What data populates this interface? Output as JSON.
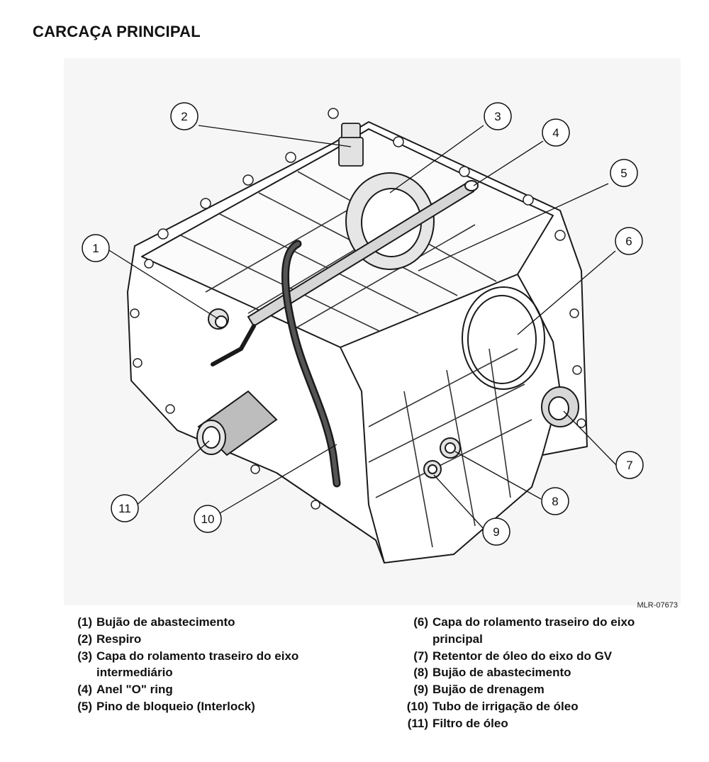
{
  "page": {
    "title": "CARCAÇA PRINCIPAL",
    "figure_ref": "MLR-07673"
  },
  "callout_numbers": [
    "1",
    "2",
    "3",
    "4",
    "5",
    "6",
    "7",
    "8",
    "9",
    "10",
    "11"
  ],
  "legend": {
    "left": [
      {
        "num": "(1)",
        "text": "Bujão de abastecimento"
      },
      {
        "num": "(2)",
        "text": "Respiro"
      },
      {
        "num": "(3)",
        "text": "Capa do rolamento traseiro do eixo intermediário"
      },
      {
        "num": "(4)",
        "text": "Anel \"O\" ring"
      },
      {
        "num": "(5)",
        "text": "Pino de bloqueio (Interlock)"
      }
    ],
    "right": [
      {
        "num": "(6)",
        "text": "Capa do rolamento traseiro do eixo principal"
      },
      {
        "num": "(7)",
        "text": "Retentor de óleo do eixo do GV"
      },
      {
        "num": "(8)",
        "text": "Bujão de abastecimento"
      },
      {
        "num": "(9)",
        "text": "Bujão de drenagem"
      },
      {
        "num": "(10)",
        "text": "Tubo de irrigação de óleo"
      },
      {
        "num": "(11)",
        "text": "Filtro de óleo"
      }
    ]
  }
}
